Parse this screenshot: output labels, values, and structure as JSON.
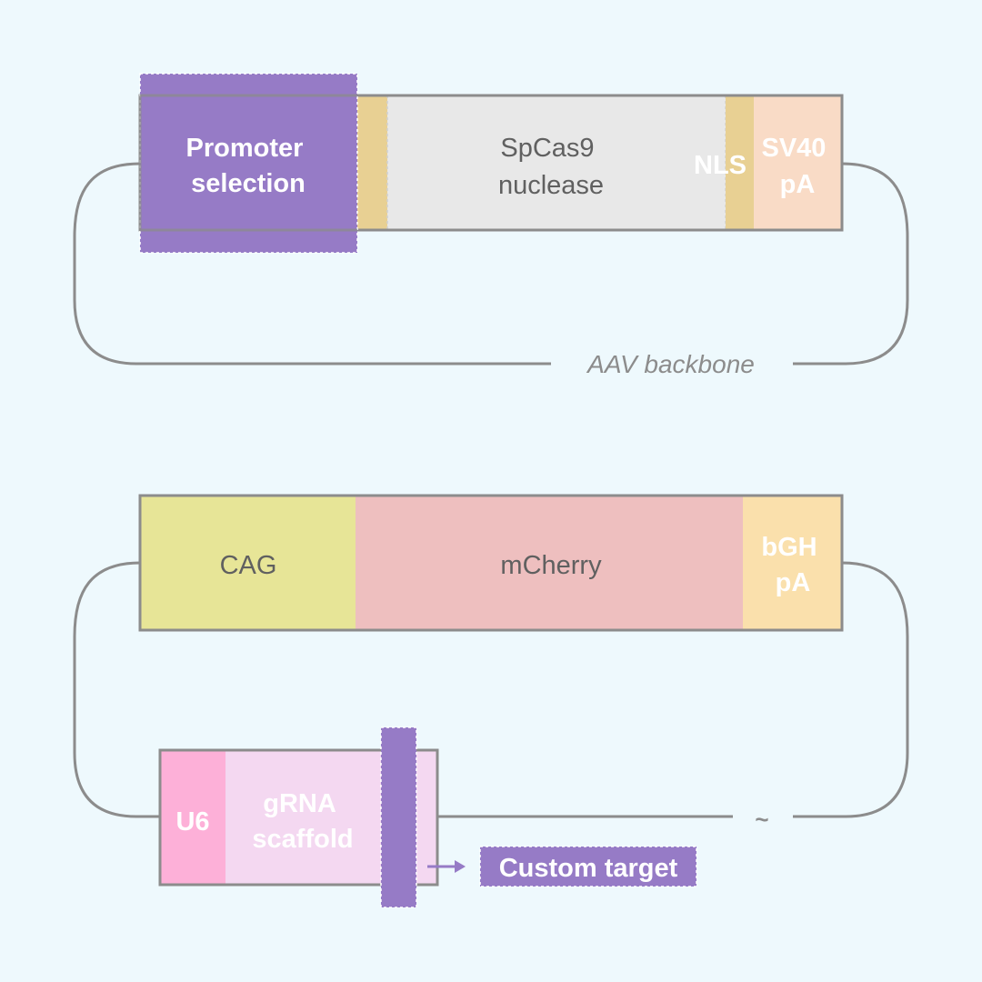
{
  "colors": {
    "background": "#eef9fd",
    "outline": "#8c8c8c",
    "promoter": "#967bc6",
    "nls": "#e8d093",
    "cas9": "#e8e8e8",
    "sv40": "#f9dbc6",
    "cag": "#e7e597",
    "mcherry": "#eebfbf",
    "bgh": "#fae0ac",
    "u6": "#fdb0d8",
    "scaffold": "#f4d8f1",
    "target": "#967bc6"
  },
  "construct1": {
    "promoter_label": [
      "Promoter",
      "selection"
    ],
    "cas9_label": [
      "SpCas9",
      "nuclease"
    ],
    "nls_label": "NLS",
    "pa_label": [
      "SV40",
      "pA"
    ],
    "backbone_label": "AAV backbone"
  },
  "construct2": {
    "cag_label": "CAG",
    "mcherry_label": "mCherry",
    "pa_label": [
      "bGH",
      "pA"
    ],
    "u6_label": "U6",
    "scaffold_label": [
      "gRNA",
      "scaffold"
    ],
    "target_label": "Custom target",
    "tilde_label": "~"
  }
}
